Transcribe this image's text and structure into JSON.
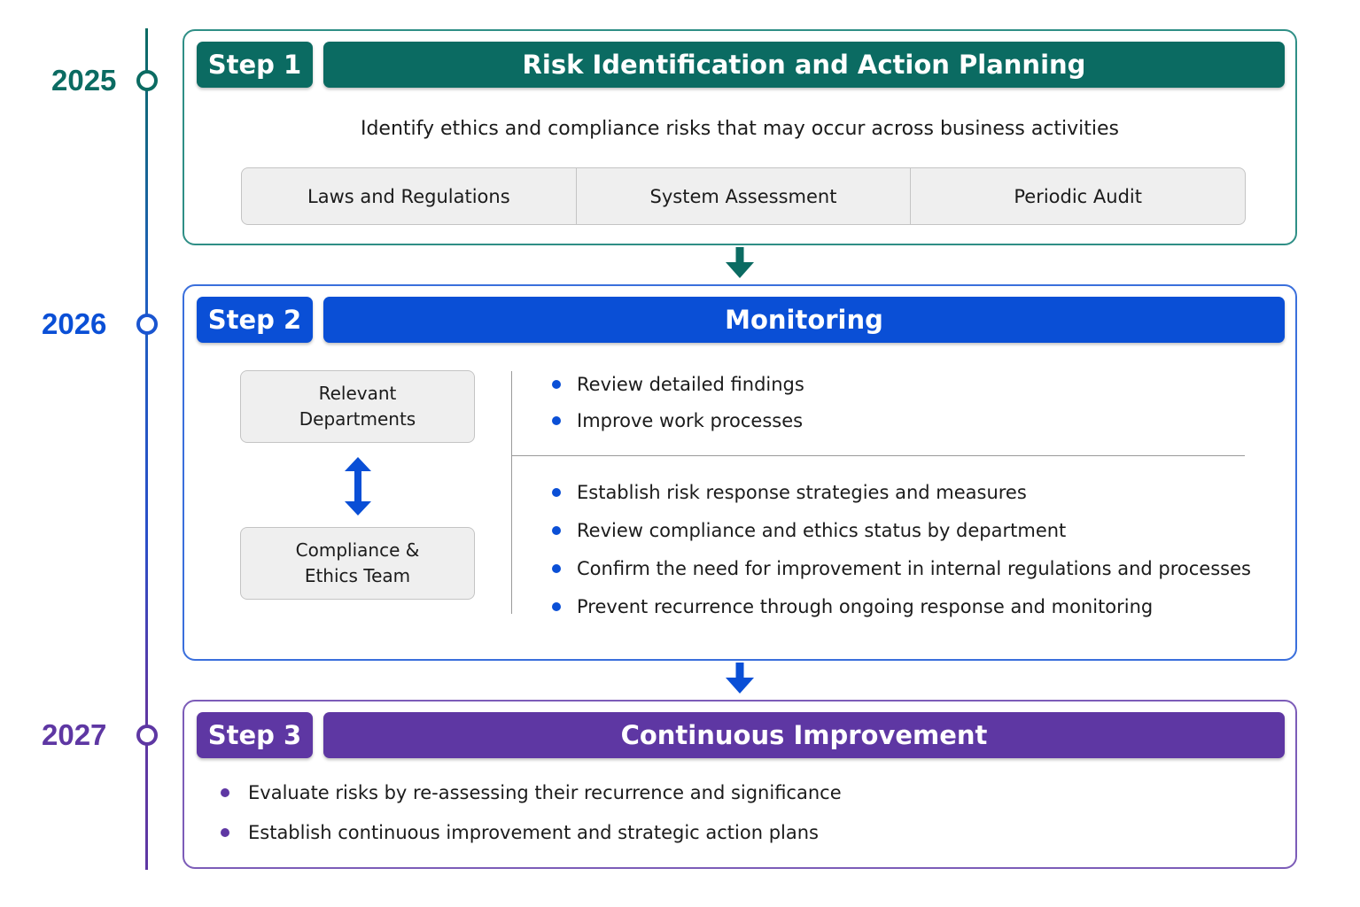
{
  "colors": {
    "step1": "#0b6b62",
    "step2": "#0a4fd6",
    "step3": "#5e37a3",
    "step1_border": "#2f8f86",
    "step2_border": "#3a6fdc",
    "step3_border": "#7c5cb8"
  },
  "timeline": {
    "years": [
      "2025",
      "2026",
      "2027"
    ]
  },
  "steps": [
    {
      "tag": "Step 1",
      "title": "Risk Identification and Action Planning",
      "intro": "Identify ethics and compliance risks that may occur across business activities",
      "sources": [
        "Laws and Regulations",
        "System Assessment",
        "Periodic Audit"
      ]
    },
    {
      "tag": "Step 2",
      "title": "Monitoring",
      "parties": [
        [
          "Relevant",
          "Departments"
        ],
        [
          "Compliance &",
          "Ethics Team"
        ]
      ],
      "group1": [
        "Review detailed findings",
        "Improve work processes"
      ],
      "group2": [
        "Establish risk response strategies and measures",
        "Review compliance and ethics status by department",
        "Confirm the need for improvement in internal regulations and processes",
        "Prevent recurrence through ongoing response and monitoring"
      ]
    },
    {
      "tag": "Step 3",
      "title": "Continuous Improvement",
      "items": [
        "Evaluate risks by re-assessing their recurrence and significance",
        "Establish continuous improvement and strategic action plans"
      ]
    }
  ],
  "icons": {
    "flow_arrow": "down-arrow-icon",
    "exchange_arrow": "double-arrow-icon"
  }
}
